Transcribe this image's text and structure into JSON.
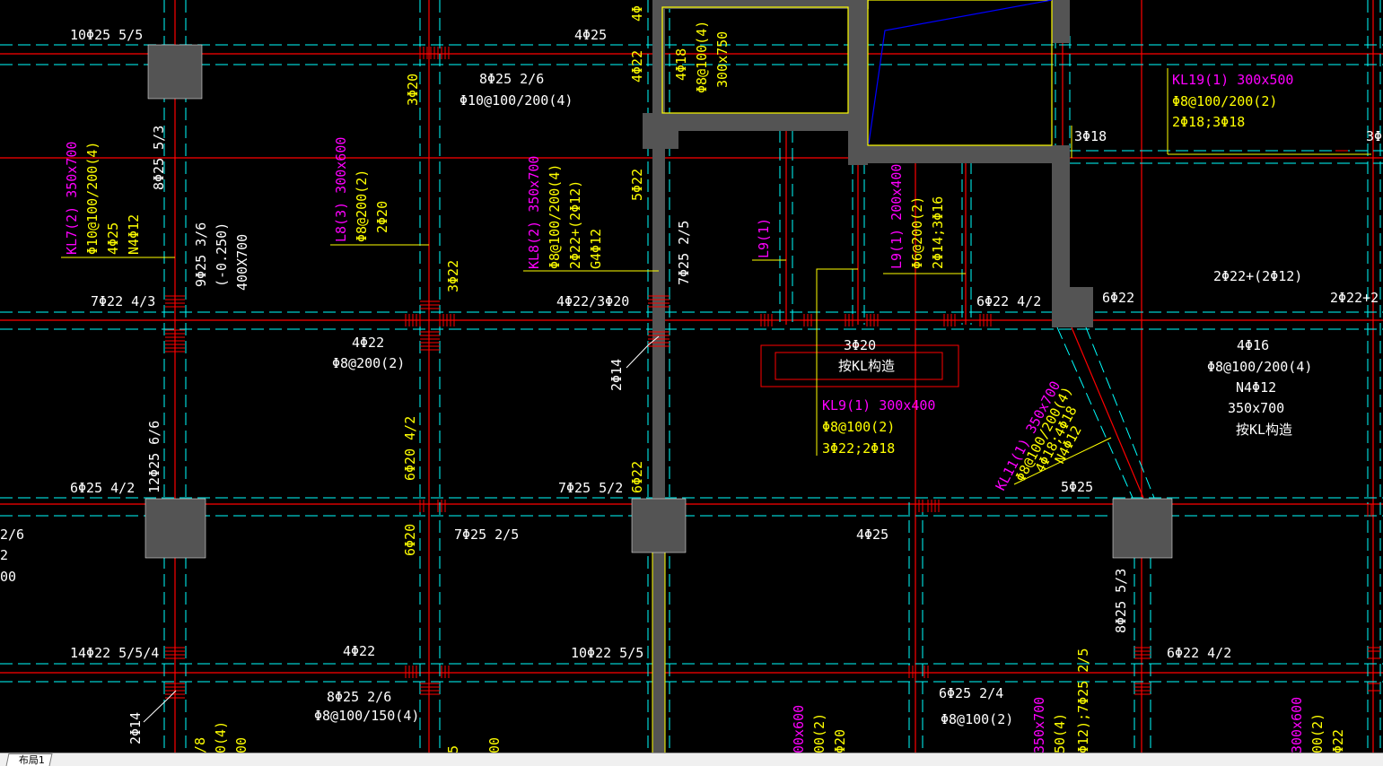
{
  "colors": {
    "background": "#000000",
    "axis_red": "#ff0000",
    "beam_cyan": "#00ffff",
    "column_gray": "#545454",
    "text_white": "#ffffff",
    "text_yellow": "#ffff00",
    "text_magenta": "#ff00ff",
    "wall_yellow": "#ffff00",
    "blue_line": "#0000ff"
  },
  "labels": {
    "w1": "10Φ25 5/5",
    "w2": "4Φ25",
    "w3": "8Φ25 2/6",
    "w4": "Φ10@100/200(4)",
    "w5": "8Φ25 5/3",
    "w6": "7Φ22 4/3",
    "w7": "4Φ22/3Φ20",
    "w8": "4Φ22",
    "w9": "Φ8@200(2)",
    "w10": "2Φ14",
    "w11": "6Φ22 4/2",
    "w12": "6Φ22",
    "w13": "2Φ22+(2Φ12)",
    "w14": "2Φ22+2",
    "w15": "4Φ16",
    "w16": "Φ8@100/200(4)",
    "w17": "N4Φ12",
    "w18": "350x700",
    "w19": "按KL构造",
    "w20": "3Φ20",
    "w21": "按KL构造",
    "w22": "6Φ25 4/2",
    "w23": "12Φ25 6/6",
    "w24": "7Φ25 5/2",
    "w25": "7Φ25 2/5",
    "w26": "4Φ25",
    "w27": "5Φ25",
    "w28": "2/6",
    "w29": "2",
    "w30": "00",
    "w31": "14Φ22 5/5/4",
    "w32": "4Φ22",
    "w33": "10Φ22 5/5",
    "w34": "8Φ25 2/6",
    "w35": "Φ8@100/150(4)",
    "w36": "2Φ14",
    "w37": "6Φ25 2/4",
    "w38": "Φ8@100(2)",
    "w39": "8Φ25 5/3",
    "w40": "6Φ22 4/2",
    "w41": "9Φ25 3/6",
    "w42": "(-0.250)",
    "w43": "400X700",
    "w44": "7Φ25 2/5",
    "w45": "3Φ18",
    "w46": "3Φ",
    "y1": "4Φ22",
    "y2": "4Φ18",
    "y3": "Φ8@100(4)",
    "y4": "300x750",
    "y5": "3Φ20",
    "y6": "3Φ22",
    "y7": "5Φ22",
    "y8": "6Φ20 4/2",
    "y9": "6Φ20",
    "y10": "6Φ22",
    "y11": "KL9(1) 300x400",
    "y12": "Φ8@100(2)",
    "y13": "3Φ22;2Φ18",
    "y14": "4Φ",
    "y15": "Φ8@200(2)",
    "y16": "2Φ20",
    "y17": "Φ8@100/200(4)",
    "y18": "2Φ22+(2Φ12)",
    "y19": "G4Φ12",
    "y20": "Φ6@200(2)",
    "y21": "2Φ14;3Φ16",
    "y22": "Φ8@100/200(2)",
    "y23": "2Φ18;3Φ18",
    "y24": "Φ10@100/200(4)",
    "y25": "4Φ25",
    "y26": "N4Φ12",
    "y27": "Φ8@100/200(4)",
    "y28": "4Φ18;4Φ18",
    "y29": "N4Φ12",
    "y30": "00(2)",
    "y31": "Φ20",
    "y32": "0(4)",
    "y33": "00",
    "y34": "5",
    "y35": "00",
    "y36": "/8",
    "y37": "00(2)",
    "y38": "Φ22",
    "y39": "50(4)",
    "y40": "Φ12);7Φ25 2/5",
    "m1": "KL7(2) 350x700",
    "m2": "L8(3) 300x600",
    "m3": "KL8(2) 350x700",
    "m4": "L9(1)",
    "m5": "L9(1) 200x400",
    "m6": "KL19(1) 300x500",
    "m7": "KL11(1) 350x700",
    "m8": "00x600",
    "m9": "350x700",
    "m10": "300x600"
  },
  "layout_bar": {
    "tab_label": "布局1"
  }
}
